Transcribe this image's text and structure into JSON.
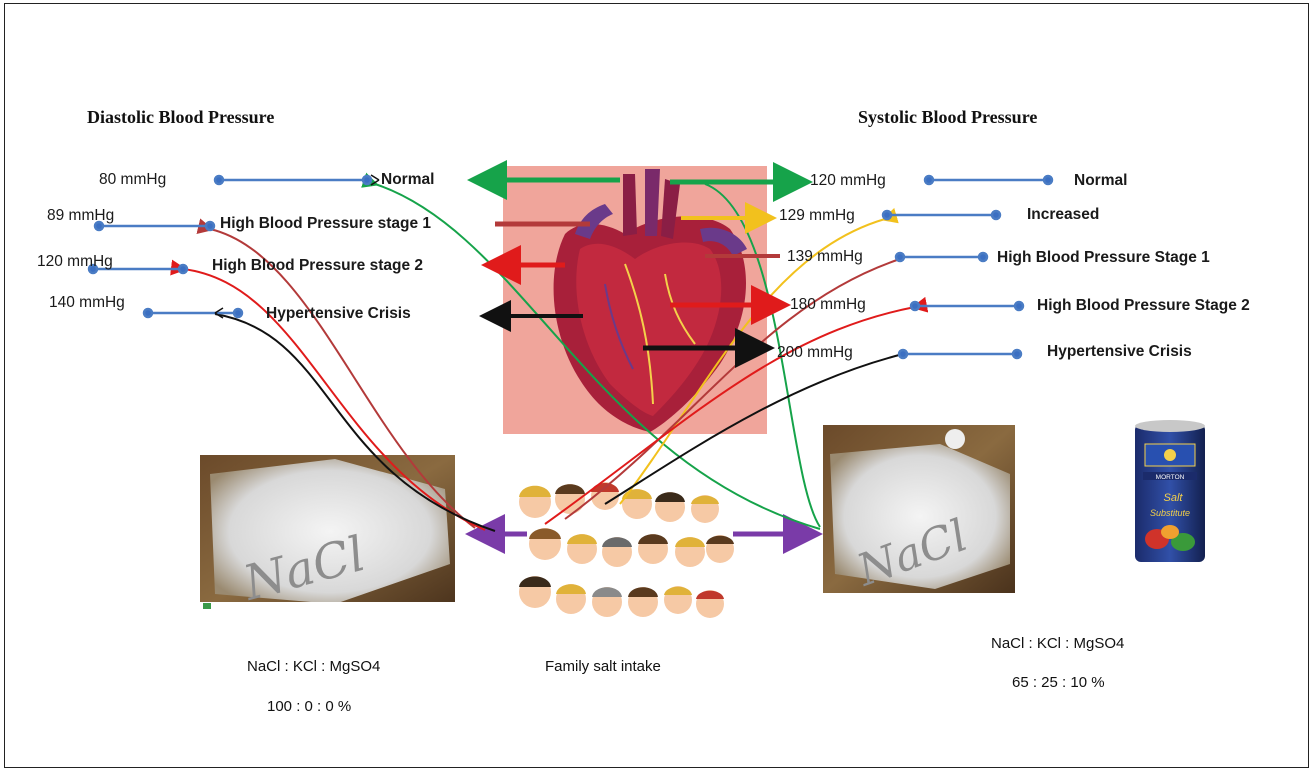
{
  "diastolic": {
    "title": "Diastolic Blood Pressure",
    "rows": [
      {
        "value": "80 mmHg",
        "label": "Normal",
        "arrow_color": "#16a34a"
      },
      {
        "value": "89 mmHg",
        "label": "High Blood Pressure stage 1",
        "arrow_color": "#b33a3a"
      },
      {
        "value": "120 mmHg",
        "label": "High Blood Pressure stage 2",
        "arrow_color": "#e01b1b"
      },
      {
        "value": "140 mmHg",
        "label": "Hypertensive Crisis",
        "arrow_color": "#111111"
      }
    ]
  },
  "systolic": {
    "title": "Systolic Blood Pressure",
    "rows": [
      {
        "value": "120 mmHg",
        "label": "Normal",
        "arrow_color": "#16a34a"
      },
      {
        "value": "129 mmHg",
        "label": "Increased",
        "arrow_color": "#f2c11d"
      },
      {
        "value": "139 mmHg",
        "label": "High Blood Pressure Stage 1",
        "arrow_color": "#b33a3a"
      },
      {
        "value": "180 mmHg",
        "label": "High Blood Pressure Stage 2",
        "arrow_color": "#e01b1b"
      },
      {
        "value": "200 mmHg",
        "label": "Hypertensive Crisis",
        "arrow_color": "#111111"
      }
    ]
  },
  "left_salt": {
    "image_text": "NaCl",
    "ratio_label": "NaCl : KCl : MgSO4",
    "ratio_value": "100 : 0 : 0 %"
  },
  "right_salt": {
    "image_text": "NaCl",
    "ratio_label": "NaCl : KCl : MgSO4",
    "ratio_value": "65 : 25 : 10 %"
  },
  "family": {
    "caption": "Family  salt intake"
  },
  "salt_substitute": {
    "brand": "MORTON",
    "text_line1": "Salt",
    "text_line2": "Substitute"
  },
  "colors": {
    "line_blue": "#4a7cc4",
    "dot_blue": "#3b6fc2",
    "heart_bg": "#f0a59b",
    "purple": "#7a3ba8",
    "green": "#16a34a",
    "yellow": "#f2c11d",
    "red": "#e01b1b",
    "darkred": "#b33a3a",
    "black": "#111111"
  }
}
